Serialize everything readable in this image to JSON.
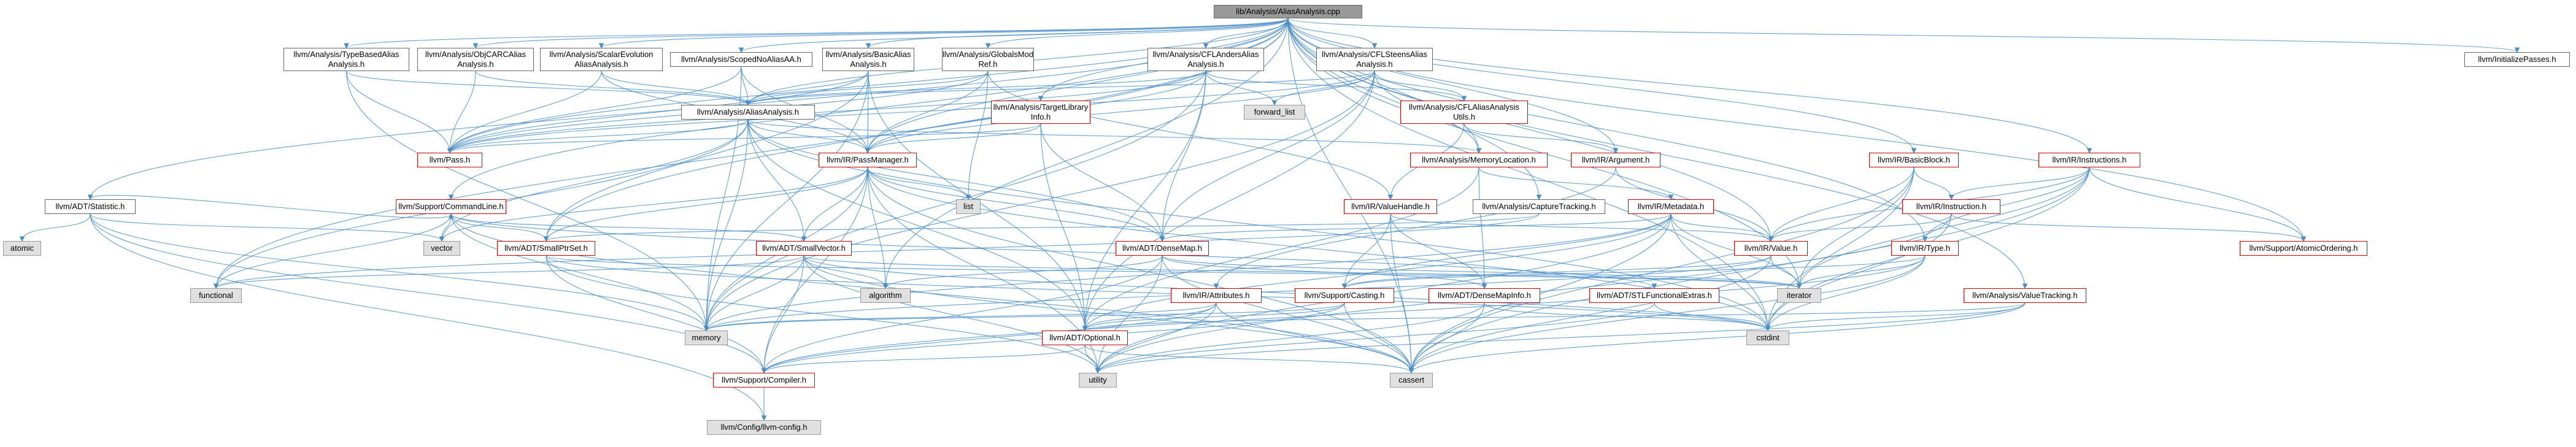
{
  "diagram": {
    "colors": {
      "edge": "#4a8ec8",
      "node_border": "#666666",
      "node_border_missing": "#cc0000",
      "external_fill": "#e0e0e0",
      "root_fill": "#999999"
    },
    "nodes": [
      {
        "id": "root",
        "lines": [
          "lib/Analysis/AliasAnalysis.cpp"
        ],
        "kind": "root"
      },
      {
        "id": "typebased",
        "lines": [
          "llvm/Analysis/TypeBasedAlias",
          "Analysis.h"
        ],
        "kind": "normal"
      },
      {
        "id": "objcarc",
        "lines": [
          "llvm/Analysis/ObjCARCAlias",
          "Analysis.h"
        ],
        "kind": "normal"
      },
      {
        "id": "scev",
        "lines": [
          "llvm/Analysis/ScalarEvolution",
          "AliasAnalysis.h"
        ],
        "kind": "normal"
      },
      {
        "id": "scopednoalias",
        "lines": [
          "llvm/Analysis/ScopedNoAliasAA.h"
        ],
        "kind": "normal"
      },
      {
        "id": "basicaa",
        "lines": [
          "llvm/Analysis/BasicAlias",
          "Analysis.h"
        ],
        "kind": "normal"
      },
      {
        "id": "globalsmod",
        "lines": [
          "llvm/Analysis/GlobalsMod",
          "Ref.h"
        ],
        "kind": "normal"
      },
      {
        "id": "cflanders",
        "lines": [
          "llvm/Analysis/CFLAndersAlias",
          "Analysis.h"
        ],
        "kind": "normal"
      },
      {
        "id": "cflsteens",
        "lines": [
          "llvm/Analysis/CFLSteensAlias",
          "Analysis.h"
        ],
        "kind": "normal"
      },
      {
        "id": "initpasses",
        "lines": [
          "llvm/InitializePasses.h"
        ],
        "kind": "normal"
      },
      {
        "id": "statistic",
        "lines": [
          "llvm/ADT/Statistic.h"
        ],
        "kind": "normal"
      },
      {
        "id": "atomic",
        "lines": [
          "atomic"
        ],
        "kind": "external"
      },
      {
        "id": "aliasanalysis",
        "lines": [
          "llvm/Analysis/AliasAnalysis.h"
        ],
        "kind": "normal"
      },
      {
        "id": "targetlib",
        "lines": [
          "llvm/Analysis/TargetLibrary",
          "Info.h"
        ],
        "kind": "missing"
      },
      {
        "id": "forwardlist",
        "lines": [
          "forward_list"
        ],
        "kind": "external"
      },
      {
        "id": "cflutils",
        "lines": [
          "llvm/Analysis/CFLAliasAnalysis",
          "Utils.h"
        ],
        "kind": "missing"
      },
      {
        "id": "pass",
        "lines": [
          "llvm/Pass.h"
        ],
        "kind": "missing"
      },
      {
        "id": "passmanager",
        "lines": [
          "llvm/IR/PassManager.h"
        ],
        "kind": "missing"
      },
      {
        "id": "memloc",
        "lines": [
          "llvm/Analysis/MemoryLocation.h"
        ],
        "kind": "missing"
      },
      {
        "id": "argument",
        "lines": [
          "llvm/IR/Argument.h"
        ],
        "kind": "missing"
      },
      {
        "id": "basicblock",
        "lines": [
          "llvm/IR/BasicBlock.h"
        ],
        "kind": "missing"
      },
      {
        "id": "instructions",
        "lines": [
          "llvm/IR/Instructions.h"
        ],
        "kind": "missing"
      },
      {
        "id": "commandline",
        "lines": [
          "llvm/Support/CommandLine.h"
        ],
        "kind": "missing"
      },
      {
        "id": "list",
        "lines": [
          "list"
        ],
        "kind": "external"
      },
      {
        "id": "valuehandle",
        "lines": [
          "llvm/IR/ValueHandle.h"
        ],
        "kind": "missing"
      },
      {
        "id": "capturetracking",
        "lines": [
          "llvm/Analysis/CaptureTracking.h"
        ],
        "kind": "normal"
      },
      {
        "id": "metadata",
        "lines": [
          "llvm/IR/Metadata.h"
        ],
        "kind": "missing"
      },
      {
        "id": "instruction",
        "lines": [
          "llvm/IR/Instruction.h"
        ],
        "kind": "missing"
      },
      {
        "id": "vector",
        "lines": [
          "vector"
        ],
        "kind": "external"
      },
      {
        "id": "smallptrset",
        "lines": [
          "llvm/ADT/SmallPtrSet.h"
        ],
        "kind": "missing"
      },
      {
        "id": "smallvector",
        "lines": [
          "llvm/ADT/SmallVector.h"
        ],
        "kind": "missing"
      },
      {
        "id": "densemap",
        "lines": [
          "llvm/ADT/DenseMap.h"
        ],
        "kind": "missing"
      },
      {
        "id": "value",
        "lines": [
          "llvm/IR/Value.h"
        ],
        "kind": "missing"
      },
      {
        "id": "type",
        "lines": [
          "llvm/IR/Type.h"
        ],
        "kind": "missing"
      },
      {
        "id": "atomicordering",
        "lines": [
          "llvm/Support/AtomicOrdering.h"
        ],
        "kind": "missing"
      },
      {
        "id": "functional",
        "lines": [
          "functional"
        ],
        "kind": "external"
      },
      {
        "id": "algorithm",
        "lines": [
          "algorithm"
        ],
        "kind": "external"
      },
      {
        "id": "attributes",
        "lines": [
          "llvm/IR/Attributes.h"
        ],
        "kind": "missing"
      },
      {
        "id": "casting",
        "lines": [
          "llvm/Support/Casting.h"
        ],
        "kind": "missing"
      },
      {
        "id": "densemapinfo",
        "lines": [
          "llvm/ADT/DenseMapInfo.h"
        ],
        "kind": "missing"
      },
      {
        "id": "stlfunctional",
        "lines": [
          "llvm/ADT/STLFunctionalExtras.h"
        ],
        "kind": "missing"
      },
      {
        "id": "iterator",
        "lines": [
          "iterator"
        ],
        "kind": "external"
      },
      {
        "id": "valuetracking",
        "lines": [
          "llvm/Analysis/ValueTracking.h"
        ],
        "kind": "missing"
      },
      {
        "id": "memory",
        "lines": [
          "memory"
        ],
        "kind": "external"
      },
      {
        "id": "optional",
        "lines": [
          "llvm/ADT/Optional.h"
        ],
        "kind": "missing"
      },
      {
        "id": "cstdint",
        "lines": [
          "cstdint"
        ],
        "kind": "external"
      },
      {
        "id": "compiler",
        "lines": [
          "llvm/Support/Compiler.h"
        ],
        "kind": "missing"
      },
      {
        "id": "cassert",
        "lines": [
          "cassert"
        ],
        "kind": "external"
      },
      {
        "id": "utility",
        "lines": [
          "utility"
        ],
        "kind": "external"
      },
      {
        "id": "llvmconfig",
        "lines": [
          "llvm/Config/llvm-config.h"
        ],
        "kind": "external"
      }
    ],
    "edges": [
      [
        "root",
        "typebased"
      ],
      [
        "root",
        "objcarc"
      ],
      [
        "root",
        "scev"
      ],
      [
        "root",
        "scopednoalias"
      ],
      [
        "root",
        "basicaa"
      ],
      [
        "root",
        "globalsmod"
      ],
      [
        "root",
        "cflanders"
      ],
      [
        "root",
        "cflsteens"
      ],
      [
        "root",
        "initpasses"
      ],
      [
        "root",
        "statistic"
      ],
      [
        "root",
        "aliasanalysis"
      ],
      [
        "root",
        "targetlib"
      ],
      [
        "root",
        "pass"
      ],
      [
        "root",
        "passmanager"
      ],
      [
        "root",
        "memloc"
      ],
      [
        "root",
        "argument"
      ],
      [
        "root",
        "basicblock"
      ],
      [
        "root",
        "instructions"
      ],
      [
        "root",
        "commandline"
      ],
      [
        "root",
        "capturetracking"
      ],
      [
        "root",
        "value"
      ],
      [
        "root",
        "type"
      ],
      [
        "root",
        "atomicordering"
      ],
      [
        "root",
        "valuetracking"
      ],
      [
        "root",
        "smallptrset"
      ],
      [
        "root",
        "cassert"
      ],
      [
        "root",
        "iterator"
      ],
      [
        "root",
        "functional"
      ],
      [
        "root",
        "algorithm"
      ],
      [
        "root",
        "cstdint"
      ],
      [
        "typebased",
        "aliasanalysis"
      ],
      [
        "typebased",
        "pass"
      ],
      [
        "typebased",
        "memory"
      ],
      [
        "objcarc",
        "aliasanalysis"
      ],
      [
        "objcarc",
        "pass"
      ],
      [
        "scev",
        "aliasanalysis"
      ],
      [
        "scev",
        "pass"
      ],
      [
        "scev",
        "passmanager"
      ],
      [
        "scopednoalias",
        "aliasanalysis"
      ],
      [
        "scopednoalias",
        "pass"
      ],
      [
        "scopednoalias",
        "passmanager"
      ],
      [
        "scopednoalias",
        "memory"
      ],
      [
        "basicaa",
        "aliasanalysis"
      ],
      [
        "basicaa",
        "pass"
      ],
      [
        "basicaa",
        "passmanager"
      ],
      [
        "basicaa",
        "memory"
      ],
      [
        "basicaa",
        "optional"
      ],
      [
        "basicaa",
        "smallptrset"
      ],
      [
        "globalsmod",
        "aliasanalysis"
      ],
      [
        "globalsmod",
        "pass"
      ],
      [
        "globalsmod",
        "passmanager"
      ],
      [
        "globalsmod",
        "valuehandle"
      ],
      [
        "globalsmod",
        "list"
      ],
      [
        "cflanders",
        "aliasanalysis"
      ],
      [
        "cflanders",
        "cflutils"
      ],
      [
        "cflanders",
        "pass"
      ],
      [
        "cflanders",
        "passmanager"
      ],
      [
        "cflanders",
        "densemap"
      ],
      [
        "cflanders",
        "optional"
      ],
      [
        "cflanders",
        "forwardlist"
      ],
      [
        "cflanders",
        "memory"
      ],
      [
        "cflsteens",
        "aliasanalysis"
      ],
      [
        "cflsteens",
        "cflutils"
      ],
      [
        "cflsteens",
        "memloc"
      ],
      [
        "cflsteens",
        "pass"
      ],
      [
        "cflsteens",
        "passmanager"
      ],
      [
        "cflsteens",
        "densemap"
      ],
      [
        "cflsteens",
        "optional"
      ],
      [
        "cflsteens",
        "forwardlist"
      ],
      [
        "cflsteens",
        "memory"
      ],
      [
        "statistic",
        "atomic"
      ],
      [
        "statistic",
        "commandline"
      ],
      [
        "statistic",
        "compiler"
      ],
      [
        "statistic",
        "llvmconfig"
      ],
      [
        "statistic",
        "memory"
      ],
      [
        "statistic",
        "vector"
      ],
      [
        "aliasanalysis",
        "memloc"
      ],
      [
        "aliasanalysis",
        "passmanager"
      ],
      [
        "aliasanalysis",
        "pass"
      ],
      [
        "aliasanalysis",
        "densemap"
      ],
      [
        "aliasanalysis",
        "optional"
      ],
      [
        "aliasanalysis",
        "smallvector"
      ],
      [
        "aliasanalysis",
        "vector"
      ],
      [
        "aliasanalysis",
        "functional"
      ],
      [
        "aliasanalysis",
        "memory"
      ],
      [
        "aliasanalysis",
        "cstdint"
      ],
      [
        "targetlib",
        "densemap"
      ],
      [
        "targetlib",
        "optional"
      ],
      [
        "targetlib",
        "passmanager"
      ],
      [
        "targetlib",
        "pass"
      ],
      [
        "cflutils",
        "argument"
      ],
      [
        "cflutils",
        "valuehandle"
      ],
      [
        "passmanager",
        "densemap"
      ],
      [
        "passmanager",
        "smallptrset"
      ],
      [
        "passmanager",
        "smallvector"
      ],
      [
        "passmanager",
        "compiler"
      ],
      [
        "passmanager",
        "list"
      ],
      [
        "passmanager",
        "memory"
      ],
      [
        "passmanager",
        "vector"
      ],
      [
        "passmanager",
        "cassert"
      ],
      [
        "passmanager",
        "utility"
      ],
      [
        "passmanager",
        "algorithm"
      ],
      [
        "passmanager",
        "cstdint"
      ],
      [
        "memloc",
        "optional"
      ],
      [
        "memloc",
        "densemapinfo"
      ],
      [
        "memloc",
        "metadata"
      ],
      [
        "argument",
        "value"
      ],
      [
        "argument",
        "attributes"
      ],
      [
        "basicblock",
        "instruction"
      ],
      [
        "basicblock",
        "value"
      ],
      [
        "basicblock",
        "iterator"
      ],
      [
        "basicblock",
        "cassert"
      ],
      [
        "basicblock",
        "cstdint"
      ],
      [
        "instructions",
        "instruction"
      ],
      [
        "instructions",
        "value"
      ],
      [
        "instructions",
        "atomicordering"
      ],
      [
        "instructions",
        "type"
      ],
      [
        "instructions",
        "iterator"
      ],
      [
        "instructions",
        "cassert"
      ],
      [
        "instructions",
        "cstdint"
      ],
      [
        "commandline",
        "smallptrset"
      ],
      [
        "commandline",
        "smallvector"
      ],
      [
        "commandline",
        "stlfunctional"
      ],
      [
        "commandline",
        "functional"
      ],
      [
        "commandline",
        "vector"
      ],
      [
        "commandline",
        "cassert"
      ],
      [
        "commandline",
        "memory"
      ],
      [
        "valuehandle",
        "densemapinfo"
      ],
      [
        "valuehandle",
        "value"
      ],
      [
        "valuehandle",
        "casting"
      ],
      [
        "valuehandle",
        "cassert"
      ],
      [
        "capturetracking",
        "smallptrset"
      ],
      [
        "capturetracking",
        "functional"
      ],
      [
        "metadata",
        "densemap"
      ],
      [
        "metadata",
        "value"
      ],
      [
        "metadata",
        "casting"
      ],
      [
        "metadata",
        "iterator"
      ],
      [
        "metadata",
        "utility"
      ],
      [
        "metadata",
        "cassert"
      ],
      [
        "metadata",
        "cstdint"
      ],
      [
        "metadata",
        "memory"
      ],
      [
        "metadata",
        "optional"
      ],
      [
        "instruction",
        "value"
      ],
      [
        "instruction",
        "atomicordering"
      ],
      [
        "instruction",
        "utility"
      ],
      [
        "instruction",
        "cstdint"
      ],
      [
        "smallptrset",
        "compiler"
      ],
      [
        "smallptrset",
        "cstdint"
      ],
      [
        "smallptrset",
        "utility"
      ],
      [
        "smallptrset",
        "iterator"
      ],
      [
        "smallvector",
        "compiler"
      ],
      [
        "smallvector",
        "algorithm"
      ],
      [
        "smallvector",
        "cassert"
      ],
      [
        "smallvector",
        "functional"
      ],
      [
        "smallvector",
        "iterator"
      ],
      [
        "smallvector",
        "memory"
      ],
      [
        "smallvector",
        "utility"
      ],
      [
        "smallvector",
        "cstdint"
      ],
      [
        "densemap",
        "densemapinfo"
      ],
      [
        "densemap",
        "compiler"
      ],
      [
        "densemap",
        "algorithm"
      ],
      [
        "densemap",
        "cassert"
      ],
      [
        "densemap",
        "iterator"
      ],
      [
        "densemap",
        "utility"
      ],
      [
        "value",
        "casting"
      ],
      [
        "value",
        "iterator"
      ],
      [
        "value",
        "cassert"
      ],
      [
        "value",
        "memory"
      ],
      [
        "type",
        "casting"
      ],
      [
        "type",
        "compiler"
      ],
      [
        "type",
        "cassert"
      ],
      [
        "type",
        "cstdint"
      ],
      [
        "type",
        "iterator"
      ],
      [
        "attributes",
        "optional"
      ],
      [
        "attributes",
        "compiler"
      ],
      [
        "attributes",
        "cassert"
      ],
      [
        "attributes",
        "memory"
      ],
      [
        "attributes",
        "utility"
      ],
      [
        "casting",
        "compiler"
      ],
      [
        "casting",
        "cassert"
      ],
      [
        "casting",
        "memory"
      ],
      [
        "casting",
        "optional"
      ],
      [
        "densemapinfo",
        "cassert"
      ],
      [
        "densemapinfo",
        "cstdint"
      ],
      [
        "densemapinfo",
        "utility"
      ],
      [
        "stlfunctional",
        "cstdint"
      ],
      [
        "stlfunctional",
        "utility"
      ],
      [
        "valuetracking",
        "optional"
      ],
      [
        "valuetracking",
        "cassert"
      ],
      [
        "valuetracking",
        "cstdint"
      ],
      [
        "valuetracking",
        "utility"
      ],
      [
        "optional",
        "compiler"
      ],
      [
        "optional",
        "cassert"
      ],
      [
        "optional",
        "utility"
      ],
      [
        "compiler",
        "llvmconfig"
      ]
    ]
  }
}
